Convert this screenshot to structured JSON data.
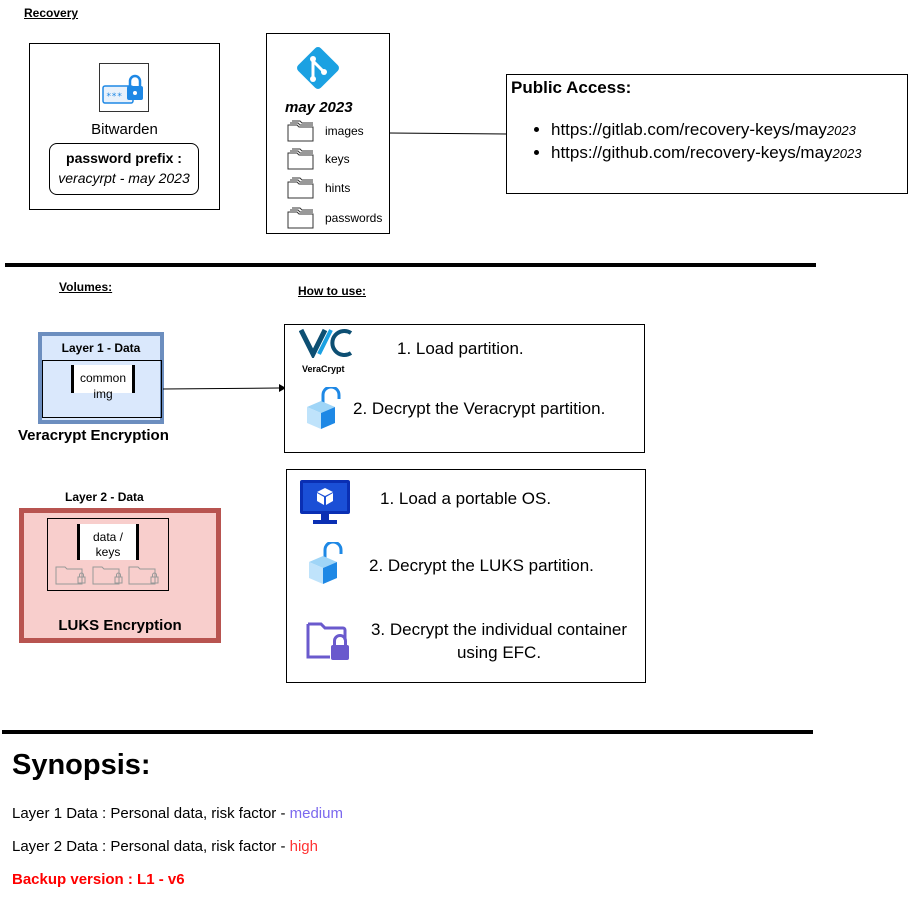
{
  "recovery": {
    "heading": "Recovery",
    "bitwarden_label": "Bitwarden",
    "prefix_title": "password prefix :",
    "prefix_value": "veracyrpt - may 2023",
    "repo_title": "may 2023",
    "folders": [
      "images",
      "keys",
      "hints",
      "passwords"
    ]
  },
  "public_access": {
    "title": "Public Access:",
    "links": [
      {
        "url": "https://gitlab.com/recovery-keys/may",
        "suffix": "2023"
      },
      {
        "url": "https://github.com/recovery-keys/may",
        "suffix": "2023"
      }
    ]
  },
  "volumes": {
    "heading": "Volumes:",
    "layer1": {
      "title": "Layer 1 - Data",
      "inner_line1": "common",
      "inner_line2": "img",
      "caption": "Veracrypt Encryption"
    },
    "layer2": {
      "title": "Layer 2 - Data",
      "inner_line1": "data /",
      "inner_line2": "keys",
      "caption": "LUKS Encryption"
    }
  },
  "how_to_use": {
    "heading": "How to use:",
    "veracrypt_logo_text": "VeraCrypt",
    "veracrypt_steps": [
      "1. Load partition.",
      "2. Decrypt the Veracrypt partition."
    ],
    "luks_steps": [
      "1. Load a portable OS.",
      "2. Decrypt the LUKS partition.",
      "3. Decrypt the individual container",
      "using EFC."
    ]
  },
  "synopsis": {
    "title": "Synopsis:",
    "line1_prefix": "Layer 1 Data : Personal data, risk factor - ",
    "line1_level": "medium",
    "line2_prefix": "Layer 2 Data : Personal data, risk factor - ",
    "line2_level": "high",
    "backup": "Backup version : L1 - v6"
  },
  "colors": {
    "medium": "#7b68ee",
    "high": "#ff3333",
    "backup": "#ff0000",
    "git": "#1ba1e2",
    "layer1_border": "#6c8ebf",
    "layer1_fill": "#dae8fc",
    "layer2_border": "#b85450",
    "layer2_fill": "#f8cecc"
  }
}
